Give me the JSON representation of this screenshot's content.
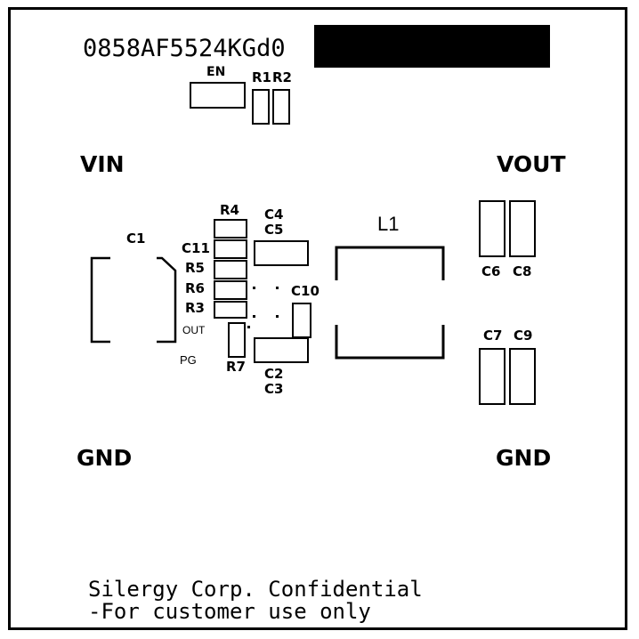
{
  "board": {
    "part_code": "0858AF5524KGd0",
    "footer_line1": "Silergy Corp. Confidential",
    "footer_line2": "-For customer use only"
  },
  "terminals": {
    "vin": "VIN",
    "vout": "VOUT",
    "gnd_left": "GND",
    "gnd_right": "GND"
  },
  "components": {
    "en": "EN",
    "r1": "R1",
    "r2": "R2",
    "r3": "R3",
    "r4": "R4",
    "r5": "R5",
    "r6": "R6",
    "r7": "R7",
    "c1": "C1",
    "c2": "C2",
    "c3": "C3",
    "c4": "C4",
    "c5": "C5",
    "c6": "C6",
    "c7": "C7",
    "c8": "C8",
    "c9": "C9",
    "c10": "C10",
    "c11": "C11",
    "l1": "L1"
  },
  "pins": {
    "out": "OUT",
    "pg": "PG"
  }
}
